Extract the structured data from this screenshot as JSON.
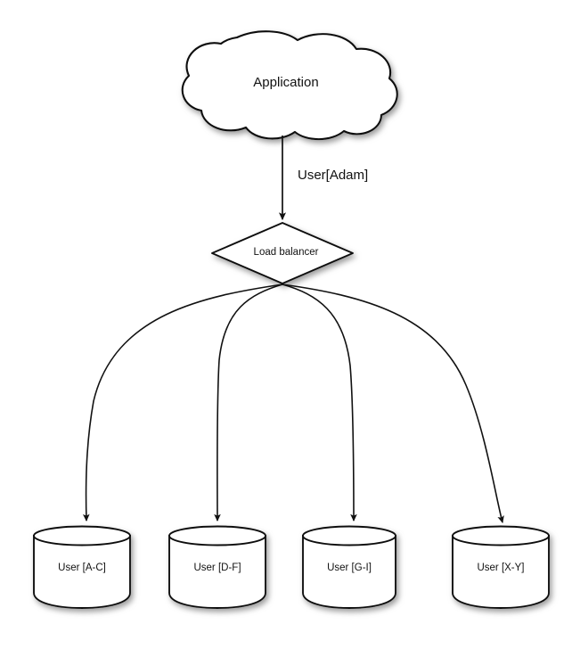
{
  "diagram": {
    "type": "architecture-flow",
    "background_color": "#ffffff",
    "stroke_color": "#1a1a1a",
    "fill_color": "#ffffff",
    "shadow_color": "#9a9a9a",
    "source": {
      "id": "application-cloud",
      "shape": "cloud",
      "label": "Application"
    },
    "edge_main": {
      "from": "application-cloud",
      "to": "load-balancer",
      "label": "User[Adam]",
      "style": "straight-arrow"
    },
    "router": {
      "id": "load-balancer",
      "shape": "diamond",
      "label": "Load balancer"
    },
    "shard_edges_style": "curved-arrow",
    "shards": [
      {
        "id": "db-a-c",
        "shape": "cylinder",
        "label": "User [A-C]"
      },
      {
        "id": "db-d-f",
        "shape": "cylinder",
        "label": "User [D-F]"
      },
      {
        "id": "db-g-i",
        "shape": "cylinder",
        "label": "User [G-I]"
      },
      {
        "id": "db-x-y",
        "shape": "cylinder",
        "label": "User [X-Y]"
      }
    ]
  }
}
